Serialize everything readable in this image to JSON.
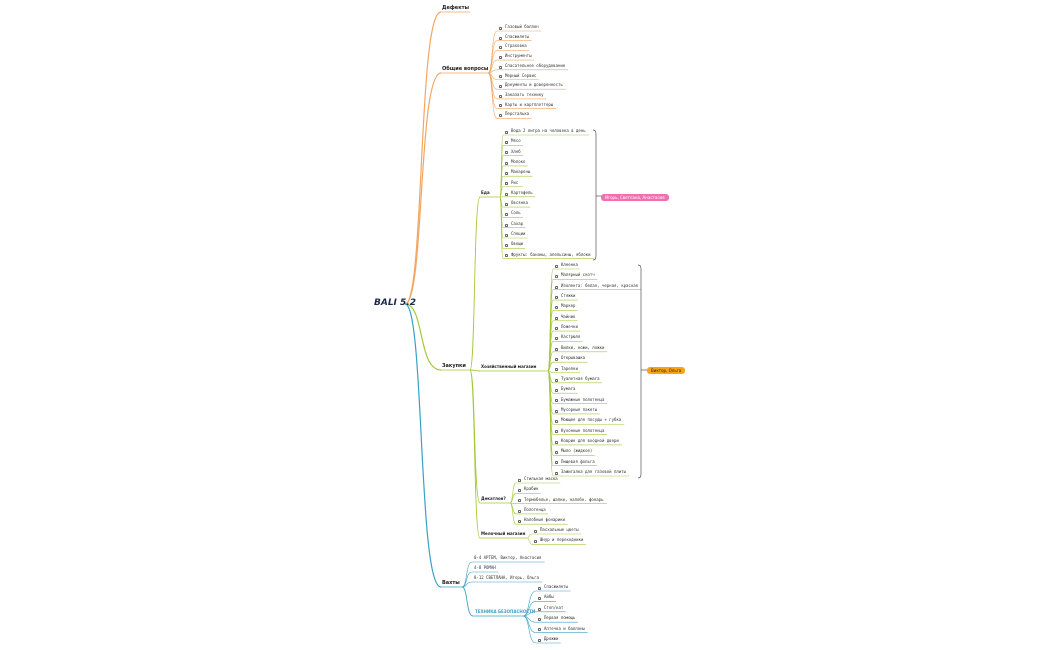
{
  "root": "BALI 5.2",
  "colors": {
    "orange": "#f2a661",
    "lime": "#a3c93a",
    "teal": "#3aa0c4",
    "bracket": "#555555",
    "tag_pink": "#f06fb0",
    "tag_orange": "#f6a416"
  },
  "branches": [
    {
      "id": "defects",
      "title": "Дефекты",
      "color": "orange",
      "children": []
    },
    {
      "id": "general",
      "title": "Общие вопросы",
      "color": "orange",
      "leaves": [
        "Газовый баллон",
        "Спасжилеты",
        "Страховка",
        "Инструменты",
        "Спасательное оборудование",
        "Мерный Сервис",
        "Документы и доверенность",
        "Заказать технику",
        "Карты и картплоттеры",
        "Персгалька"
      ]
    },
    {
      "id": "purchases",
      "title": "Закупки",
      "color": "lime",
      "groups": [
        {
          "title": "Еда",
          "leaves": [
            "Вода 2 литра на человека в день",
            "Мясо",
            "Хлеб",
            "Молоко",
            "Макароны",
            "Рис",
            "Картофель",
            "Овсянка",
            "Соль",
            "Сахар",
            "Специи",
            "Овощи",
            "Фрукты: бананы, апельсины, яблоки"
          ],
          "tag": "Игорь, Светлана, Анастасия"
        },
        {
          "title": "Хозяйственный магазин",
          "leaves": [
            "Клеенка",
            "Малярный скотч",
            "Изолента: белая, черная, красная",
            "Стяжки",
            "Маркер",
            "Чайник",
            "Ложечки",
            "Кастрюля",
            "Вилки, ножи, ложки",
            "Открывашка",
            "Тарелки",
            "Туалетная бумага",
            "Бумага",
            "Бумажные полотенца",
            "Мусорные пакеты",
            "Моющее для посуды + губка",
            "Кухонные полотенца",
            "Коврик для входной двери",
            "Мыло (жидкое)",
            "Пищевая фольга",
            "Зажигалка для газовой плиты"
          ],
          "tag": "Виктор, Ольга"
        },
        {
          "title": "Декатлон?",
          "leaves": [
            "Стильная маска",
            "Крабик",
            "Термобелье, шапки, налобн. фонарь",
            "Полотенца",
            "Налобные фонарики"
          ]
        },
        {
          "title": "Мелочный магазин",
          "leaves": [
            "Пасхальные цветы",
            "Шнур и переходники"
          ]
        }
      ]
    },
    {
      "id": "watches",
      "title": "Вахты",
      "color": "teal",
      "leaves": [
        "0-4 АРТЕМ, Виктор, Анастасия",
        "4-8 РОМАН",
        "8-12 СВЕТЛАНА, Игорь, Ольга"
      ],
      "groups": [
        {
          "title": "ТЕХНИКА БЕЗОПАСНОСТИ",
          "leaves": [
            "Спасжилеты",
            "Айбы",
            "Стоп/кат",
            "Первая помощь",
            "Аптечка и баллоны",
            "Дрожжи"
          ]
        }
      ]
    }
  ]
}
